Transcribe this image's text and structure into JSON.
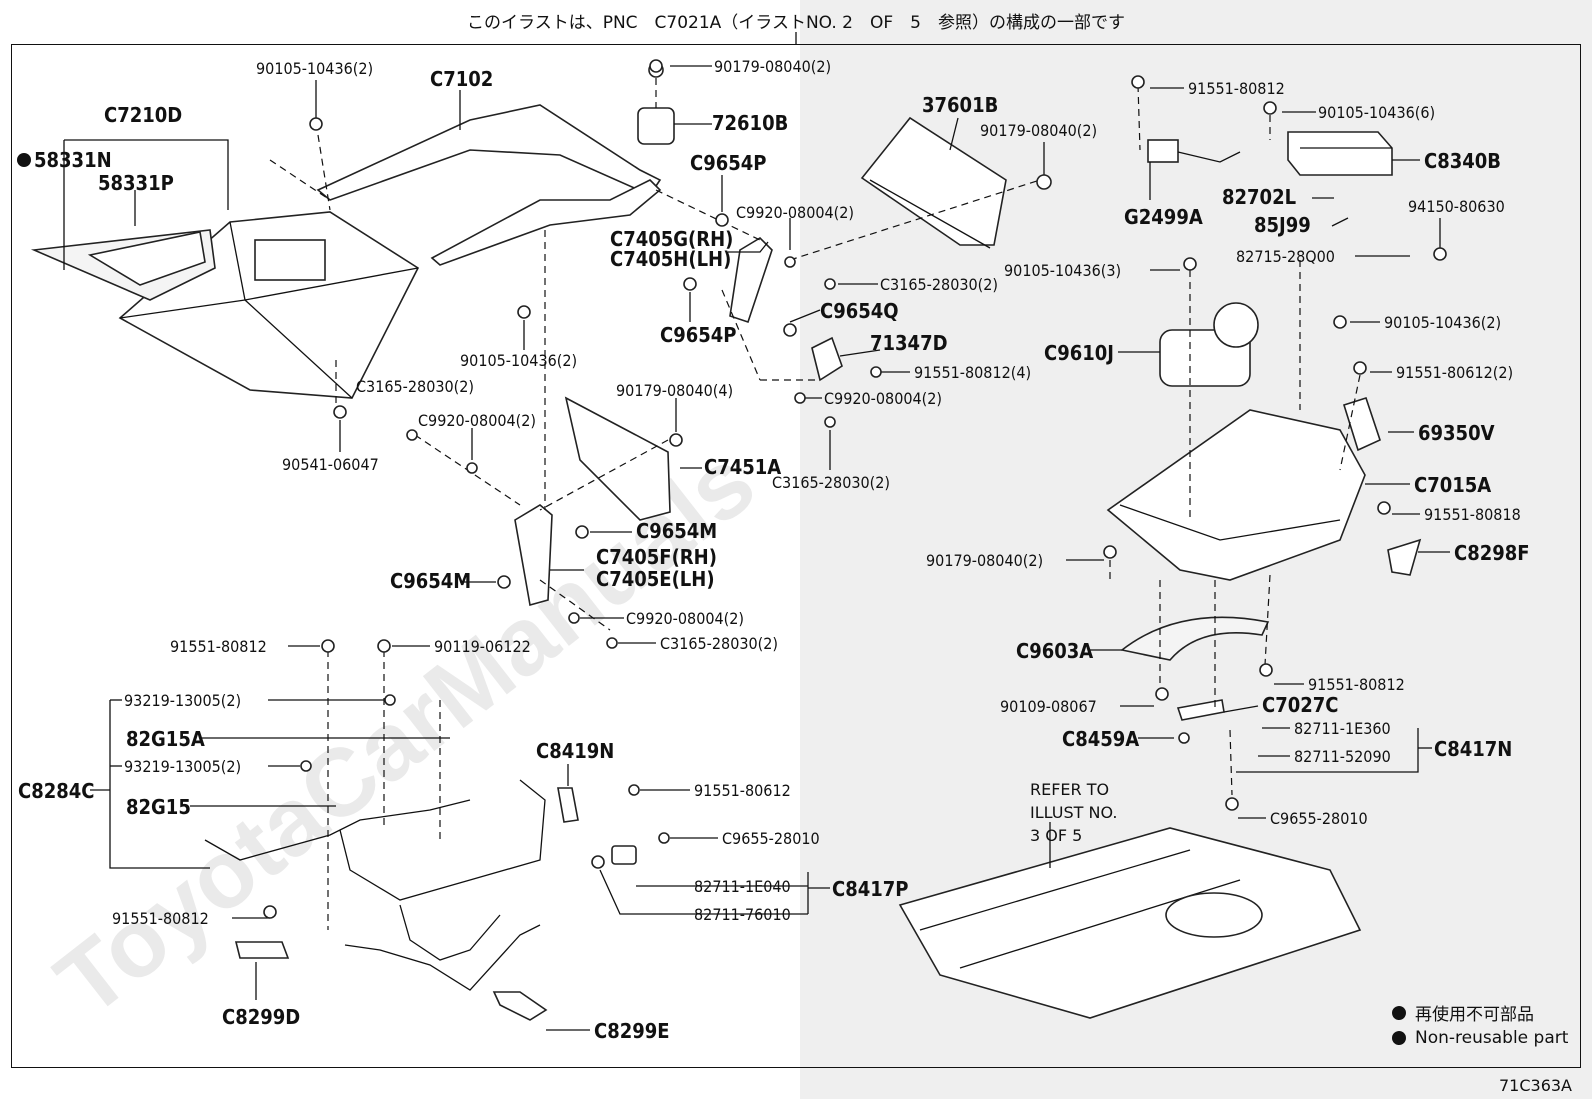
{
  "header": "このイラストは、PNC　C7021A（イラストNO. 2　OF　5　参照）の構成の一部です",
  "drawing_code": "71C363A",
  "refer_note": [
    "REFER TO",
    "ILLUST NO.",
    "3 OF 5"
  ],
  "legend": [
    {
      "symbol": "●",
      "text": "再使用不可部品"
    },
    {
      "symbol": "●",
      "text": "Non-reusable part"
    }
  ],
  "non_reusable_mark": "●",
  "watermark": "ToyotaCarManuals",
  "labels": {
    "l_90105_10436_2a": "90105-10436(2)",
    "C7102": "C7102",
    "l_90179_08040_2a": "90179-08040(2)",
    "C7210D": "C7210D",
    "n58331N": "58331N",
    "n58331P": "58331P",
    "n72610B": "72610B",
    "C9654P_a": "C9654P",
    "C9920_08004_2a": "C9920-08004(2)",
    "C7405G": "C7405G(RH)",
    "C7405H": "C7405H(LH)",
    "n37601B": "37601B",
    "l_90179_08040_2b": "90179-08040(2)",
    "C3165_28030_2a": "C3165-28030(2)",
    "C9654Q": "C9654Q",
    "C9654P_b": "C9654P",
    "n71347D": "71347D",
    "l_91551_80812_4": "91551-80812(4)",
    "l_90105_10436_2b": "90105-10436(2)",
    "C3165_28030_2b": "C3165-28030(2)",
    "C9920_08004_2b": "C9920-08004(2)",
    "l_90179_08040_4": "90179-08040(4)",
    "C9920_08004_2c": "C9920-08004(2)",
    "l_90541_06047": "90541-06047",
    "C7451A": "C7451A",
    "C3165_28030_2c": "C3165-28030(2)",
    "C9654M_a": "C9654M",
    "C7405F": "C7405F(RH)",
    "C7405E": "C7405E(LH)",
    "C9654M_b": "C9654M",
    "C9920_08004_2d": "C9920-08004(2)",
    "C3165_28030_2d": "C3165-28030(2)",
    "l_91551_80812_a": "91551-80812",
    "l_90119_06122": "90119-06122",
    "l_93219_13005_2a": "93219-13005(2)",
    "n82G15A": "82G15A",
    "l_93219_13005_2b": "93219-13005(2)",
    "C8284C": "C8284C",
    "n82G15": "82G15",
    "C8419N": "C8419N",
    "l_91551_80612_a": "91551-80612",
    "C9655_28010_a": "C9655-28010",
    "l_82711_1E040": "82711-1E040",
    "l_82711_76010": "82711-76010",
    "C8417P": "C8417P",
    "l_91551_80812_b": "91551-80812",
    "C8299D": "C8299D",
    "C8299E": "C8299E",
    "l_91551_80812_c": "91551-80812",
    "G2499A": "G2499A",
    "l_90105_10436_6": "90105-10436(6)",
    "C8340B": "C8340B",
    "n82702L": "82702L",
    "n85J99": "85J99",
    "l_94150_80630": "94150-80630",
    "l_82715_28Q00": "82715-28Q00",
    "l_90105_10436_3": "90105-10436(3)",
    "l_90105_10436_2c": "90105-10436(2)",
    "C9610J": "C9610J",
    "l_91551_80612_2": "91551-80612(2)",
    "n69350V": "69350V",
    "C7015A": "C7015A",
    "l_91551_80818": "91551-80818",
    "C8298F": "C8298F",
    "l_90179_08040_2c": "90179-08040(2)",
    "C9603A": "C9603A",
    "l_91551_80812_d": "91551-80812",
    "l_90109_08067": "90109-08067",
    "C7027C": "C7027C",
    "C8459A": "C8459A",
    "l_82711_1E360": "82711-1E360",
    "l_82711_52090": "82711-52090",
    "C8417N": "C8417N",
    "C9655_28010_b": "C9655-28010"
  }
}
